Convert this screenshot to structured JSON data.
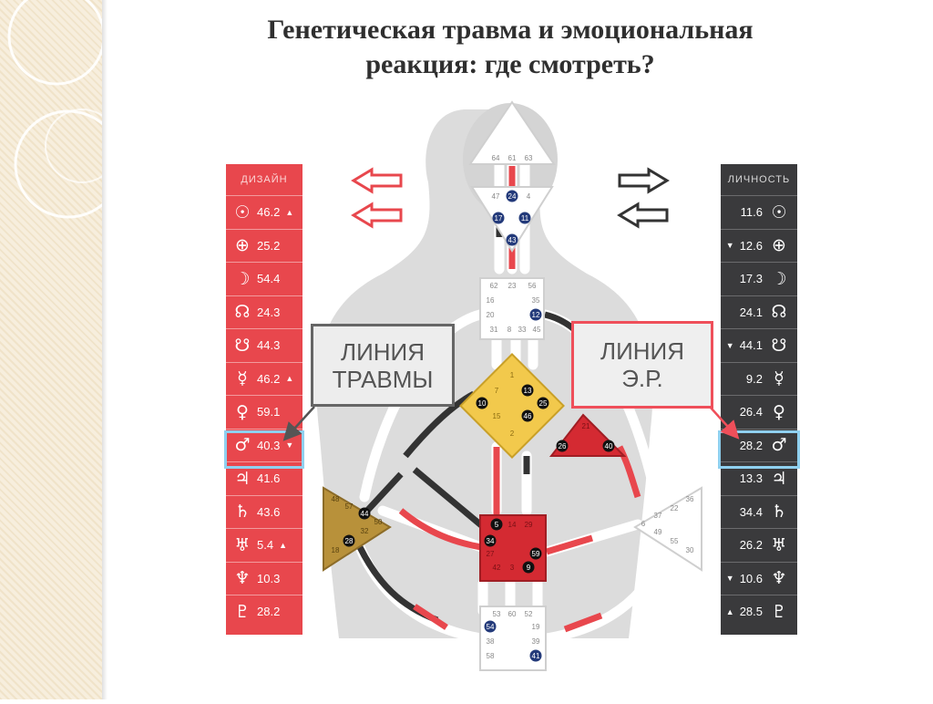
{
  "slide": {
    "title_line1": "Генетическая травма и эмоциональная",
    "title_line2": "реакция: где смотреть?"
  },
  "design_panel": {
    "header": "ДИЗАЙН",
    "rows": [
      {
        "planet": "sun-icon",
        "symbol": "☉",
        "value": "46.2",
        "arrow": "▲"
      },
      {
        "planet": "earth-icon",
        "symbol": "⊕",
        "value": "25.2",
        "arrow": ""
      },
      {
        "planet": "moon-icon",
        "symbol": "☽",
        "value": "54.4",
        "arrow": ""
      },
      {
        "planet": "north-node-icon",
        "symbol": "☊",
        "value": "24.3",
        "arrow": ""
      },
      {
        "planet": "south-node-icon",
        "symbol": "☋",
        "value": "44.3",
        "arrow": ""
      },
      {
        "planet": "mercury-icon",
        "symbol": "☿",
        "value": "46.2",
        "arrow": "▲"
      },
      {
        "planet": "venus-icon",
        "symbol": "♀",
        "value": "59.1",
        "arrow": ""
      },
      {
        "planet": "mars-icon",
        "symbol": "♂",
        "value": "40.3",
        "arrow": "▼"
      },
      {
        "planet": "jupiter-icon",
        "symbol": "♃",
        "value": "41.6",
        "arrow": ""
      },
      {
        "planet": "saturn-icon",
        "symbol": "♄",
        "value": "43.6",
        "arrow": ""
      },
      {
        "planet": "uranus-icon",
        "symbol": "♅",
        "value": "5.4",
        "arrow": "▲"
      },
      {
        "planet": "neptune-icon",
        "symbol": "♆",
        "value": "10.3",
        "arrow": ""
      },
      {
        "planet": "pluto-icon",
        "symbol": "♇",
        "value": "28.2",
        "arrow": ""
      }
    ]
  },
  "personality_panel": {
    "header": "ЛИЧНОСТЬ",
    "rows": [
      {
        "planet": "sun-icon",
        "symbol": "☉",
        "value": "11.6",
        "arrow": ""
      },
      {
        "planet": "earth-icon",
        "symbol": "⊕",
        "value": "12.6",
        "arrow": "▼"
      },
      {
        "planet": "moon-icon",
        "symbol": "☽",
        "value": "17.3",
        "arrow": ""
      },
      {
        "planet": "north-node-icon",
        "symbol": "☊",
        "value": "24.1",
        "arrow": ""
      },
      {
        "planet": "south-node-icon",
        "symbol": "☋",
        "value": "44.1",
        "arrow": "▼"
      },
      {
        "planet": "mercury-icon",
        "symbol": "☿",
        "value": "9.2",
        "arrow": ""
      },
      {
        "planet": "venus-icon",
        "symbol": "♀",
        "value": "26.4",
        "arrow": ""
      },
      {
        "planet": "mars-icon",
        "symbol": "♂",
        "value": "28.2",
        "arrow": ""
      },
      {
        "planet": "jupiter-icon",
        "symbol": "♃",
        "value": "13.3",
        "arrow": ""
      },
      {
        "planet": "saturn-icon",
        "symbol": "♄",
        "value": "34.4",
        "arrow": ""
      },
      {
        "planet": "uranus-icon",
        "symbol": "♅",
        "value": "26.2",
        "arrow": ""
      },
      {
        "planet": "neptune-icon",
        "symbol": "♆",
        "value": "10.6",
        "arrow": "▼"
      },
      {
        "planet": "pluto-icon",
        "symbol": "♇",
        "value": "28.5",
        "arrow": "▲"
      }
    ]
  },
  "labels": {
    "trauma_line1": "ЛИНИЯ",
    "trauma_line2": "ТРАВМЫ",
    "er_line1": "ЛИНИЯ",
    "er_line2": "Э.Р."
  },
  "gates": {
    "head": [
      "64",
      "61",
      "63"
    ],
    "ajna": [
      "47",
      "24",
      "4",
      "17",
      "11",
      "43"
    ],
    "throat": [
      "62",
      "23",
      "56",
      "16",
      "35",
      "20",
      "12",
      "31",
      "8",
      "33",
      "45"
    ],
    "g_center": [
      "1",
      "7",
      "13",
      "10",
      "25",
      "15",
      "46",
      "2"
    ],
    "heart": [
      "21",
      "26",
      "40"
    ],
    "spleen": [
      "48",
      "57",
      "44",
      "50",
      "32",
      "28",
      "18"
    ],
    "sacral": [
      "5",
      "14",
      "29",
      "34",
      "27",
      "59",
      "42",
      "3",
      "9"
    ],
    "solar_plexus": [
      "36",
      "22",
      "37",
      "6",
      "49",
      "55",
      "30"
    ],
    "root": [
      "53",
      "60",
      "52",
      "54",
      "19",
      "38",
      "39",
      "58",
      "41"
    ]
  },
  "colors": {
    "design_red": "#e8474d",
    "personality_dark": "#3a3a3c",
    "highlight_blue": "#8fd0ef",
    "g_center_yellow": "#f2c94c",
    "heart_red": "#d42a32",
    "spleen_olive": "#b8913a",
    "sacral_red": "#d42a32"
  }
}
